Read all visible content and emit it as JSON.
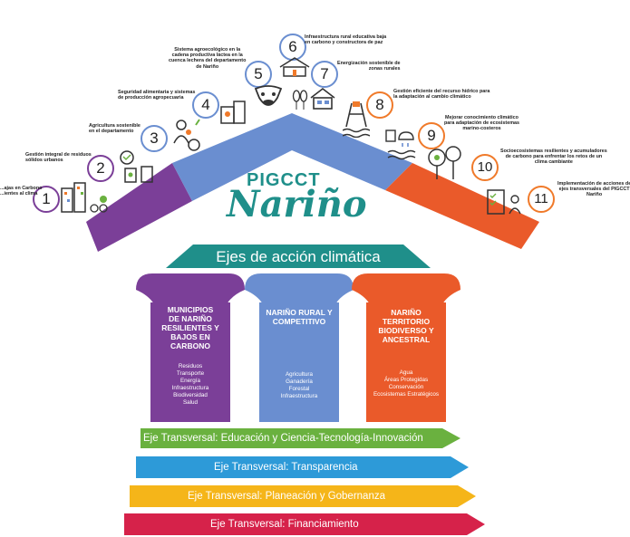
{
  "title": {
    "line1": "PIGCCT",
    "line2": "Nariño"
  },
  "banner": "Ejes de acción climática",
  "items": [
    {
      "num": "1",
      "label": "...ajas en Carbono\n...ientes al clima",
      "color": "#7b3f98"
    },
    {
      "num": "2",
      "label": "Gestión integral de residuos\nsólidos urbanos",
      "color": "#7b3f98"
    },
    {
      "num": "3",
      "label": "Agricultura sostenible\nen el departamento",
      "color": "#6a8ed0"
    },
    {
      "num": "4",
      "label": "Seguridad alimentaria y sistemas\nde producción agropecuaria",
      "color": "#6a8ed0"
    },
    {
      "num": "5",
      "label": "Sistema agroecológico en la\ncadena productiva láctea en la\ncuenca lechera del departamento\nde Nariño",
      "color": "#6a8ed0"
    },
    {
      "num": "6",
      "label": "Infraestructura rural educativa baja\nen carbono y constructora de paz",
      "color": "#6a8ed0"
    },
    {
      "num": "7",
      "label": "Energización sostenible de\nzonas rurales",
      "color": "#6a8ed0"
    },
    {
      "num": "8",
      "label": "Gestión eficiente del recurso hídrico para\nla adaptación al cambio climático",
      "color": "#f07a2a"
    },
    {
      "num": "9",
      "label": "Mejorar conocimiento climático\npara adaptación de ecosistemas\nmarino-costeros",
      "color": "#f07a2a"
    },
    {
      "num": "10",
      "label": "Socioecosistemas resilientes y acumuladores\nde carbono para enfrentar los retos de un\nclima cambiante",
      "color": "#f07a2a"
    },
    {
      "num": "11",
      "label": "Implementación de acciones de\nejes transversales del PIGCCT\nNariño",
      "color": "#f07a2a"
    }
  ],
  "pillars": [
    {
      "title": "MUNICIPIOS\nDE NARIÑO\nRESILIENTES Y\nBAJOS EN\nCARBONO",
      "items": [
        "Residuos",
        "Transporte",
        "Energía",
        "Infraestructura",
        "Biodiversidad",
        "Salud"
      ],
      "color": "#7b3f98"
    },
    {
      "title": "NARIÑO RURAL Y\nCOMPETITIVO",
      "items": [
        "Agricultura",
        "Ganadería",
        "Forestal",
        "Infraestructura"
      ],
      "color": "#6a8ed0"
    },
    {
      "title": "NARIÑO\nTERRITORIO\nBIODIVERSO Y\nANCESTRAL",
      "items": [
        "Agua",
        "Áreas Protegidas",
        "Conservación",
        "Ecosistemas Estratégicos"
      ],
      "color": "#ea5a2a"
    }
  ],
  "transversal": [
    {
      "label": "Eje Transversal:  Educación y Ciencia-Tecnología-Innovación",
      "color": "#6ab13f"
    },
    {
      "label": "Eje Transversal:  Transparencia",
      "color": "#2d9ad8"
    },
    {
      "label": "Eje Transversal: Planeación y Gobernanza",
      "color": "#f5b519"
    },
    {
      "label": "Eje Transversal: Financiamiento",
      "color": "#d6224a"
    }
  ],
  "colors": {
    "teal": "#1f8f8a",
    "purple": "#7b3f98",
    "blue": "#6a8ed0",
    "orange": "#ea5a2a"
  },
  "icons": [
    "buildings-icon",
    "recycle-icon",
    "farmer-icon",
    "food-icon",
    "cow-icon",
    "school-icon",
    "house-icon",
    "oil-rig-icon",
    "rain-icon",
    "trees-icon",
    "checklist-icon"
  ]
}
